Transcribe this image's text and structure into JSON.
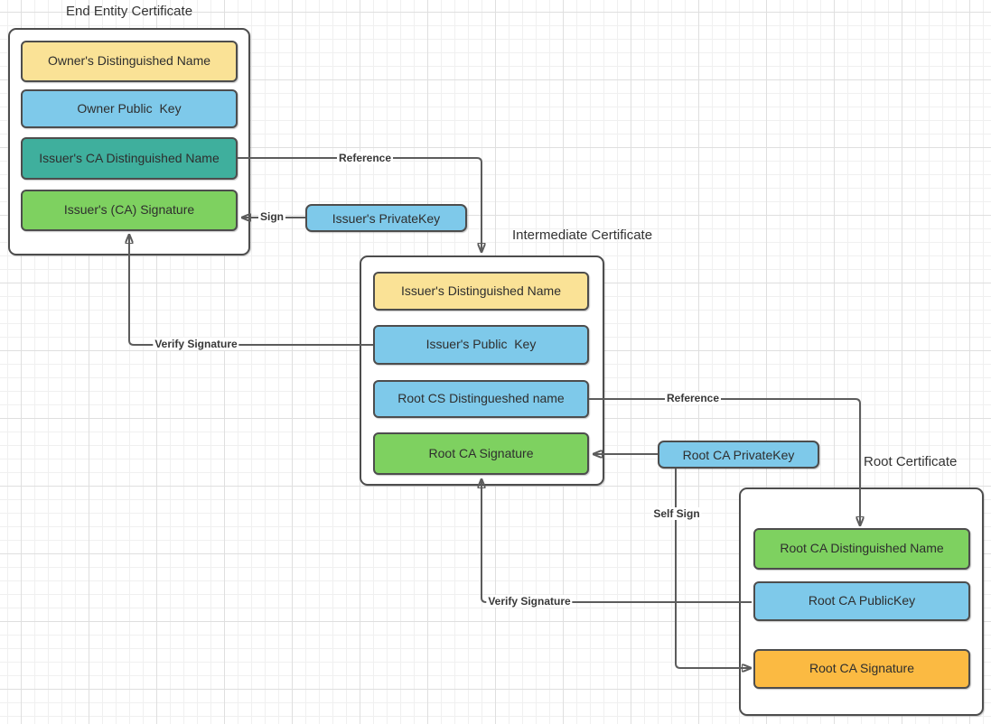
{
  "colors": {
    "yellow": "#FAE296",
    "blue": "#7EC9EA",
    "teal": "#3FAF9D",
    "green": "#7ED160",
    "orange": "#FBBA42",
    "box_border": "#4D4D4D",
    "connector_line": "#5C5C5C",
    "text": "#333333"
  },
  "certificates": [
    {
      "title": "End Entity Certificate",
      "fields": [
        {
          "label": "Owner's Distinguished Name",
          "color": "#FAE296"
        },
        {
          "label": "Owner Public  Key",
          "color": "#7EC9EA"
        },
        {
          "label": "Issuer's CA Distinguished Name",
          "color": "#3FAF9D"
        },
        {
          "label": "Issuer's (CA) Signature",
          "color": "#7ED160"
        }
      ]
    },
    {
      "title": "Intermediate Certificate",
      "fields": [
        {
          "label": "Issuer's Distinguished Name",
          "color": "#FAE296"
        },
        {
          "label": "Issuer's Public  Key",
          "color": "#7EC9EA"
        },
        {
          "label": "Root CS Distingueshed name",
          "color": "#7EC9EA"
        },
        {
          "label": "Root CA Signature",
          "color": "#7ED160"
        }
      ]
    },
    {
      "title": "Root Certificate",
      "fields": [
        {
          "label": "Root CA Distinguished Name",
          "color": "#7ED160"
        },
        {
          "label": "Root CA PublicKey",
          "color": "#7EC9EA"
        },
        {
          "label": "Root CA Signature",
          "color": "#FBBA42"
        }
      ]
    }
  ],
  "keys": [
    {
      "label": "Issuer's PrivateKey",
      "color": "#7EC9EA"
    },
    {
      "label": "Root CA PrivateKey",
      "color": "#7EC9EA"
    }
  ],
  "edge_labels": [
    {
      "text": "Reference"
    },
    {
      "text": "Sign"
    },
    {
      "text": "Verify Signature"
    },
    {
      "text": "Reference"
    },
    {
      "text": "Self Sign"
    },
    {
      "text": "Verify Signature"
    }
  ]
}
